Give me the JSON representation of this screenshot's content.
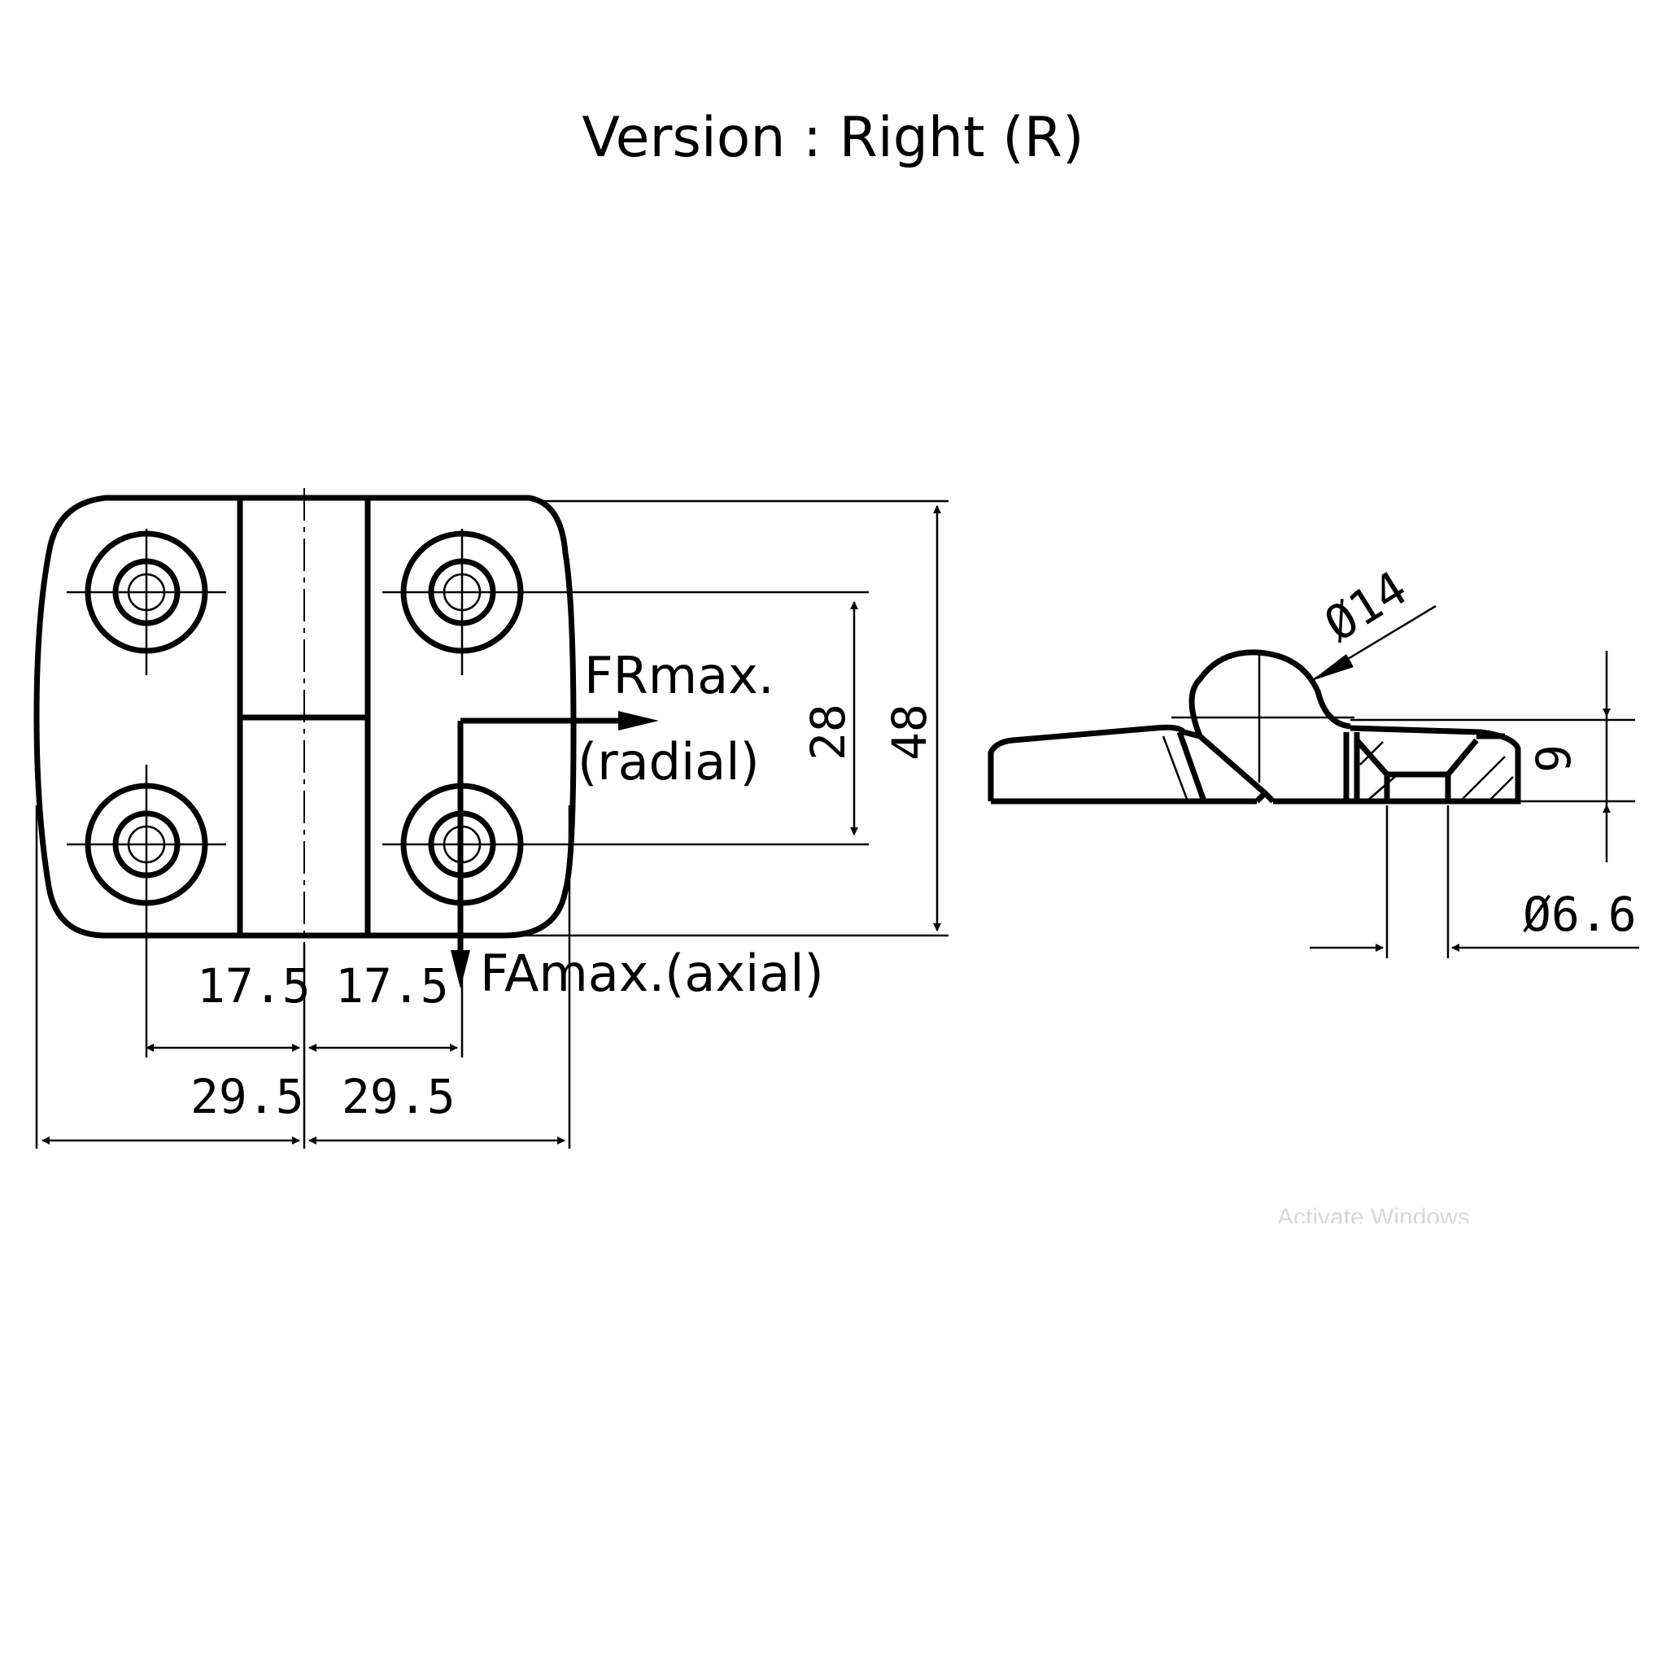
{
  "title": "Version : Right  (R)",
  "labels": {
    "fr_max": "FRmax.",
    "radial": "(radial)",
    "fa_max": "FAmax.(axial)"
  },
  "dimensions": {
    "hole_spacing_vertical": "28",
    "overall_height": "48",
    "left_pitch": "17.5",
    "right_pitch": "17.5",
    "left_half_width": "29.5",
    "right_half_width": "29.5",
    "pin_diameter": "Ø14",
    "thickness": "9",
    "bolt_hole_diameter": "Ø6.6"
  },
  "watermark": "Activate Windows"
}
